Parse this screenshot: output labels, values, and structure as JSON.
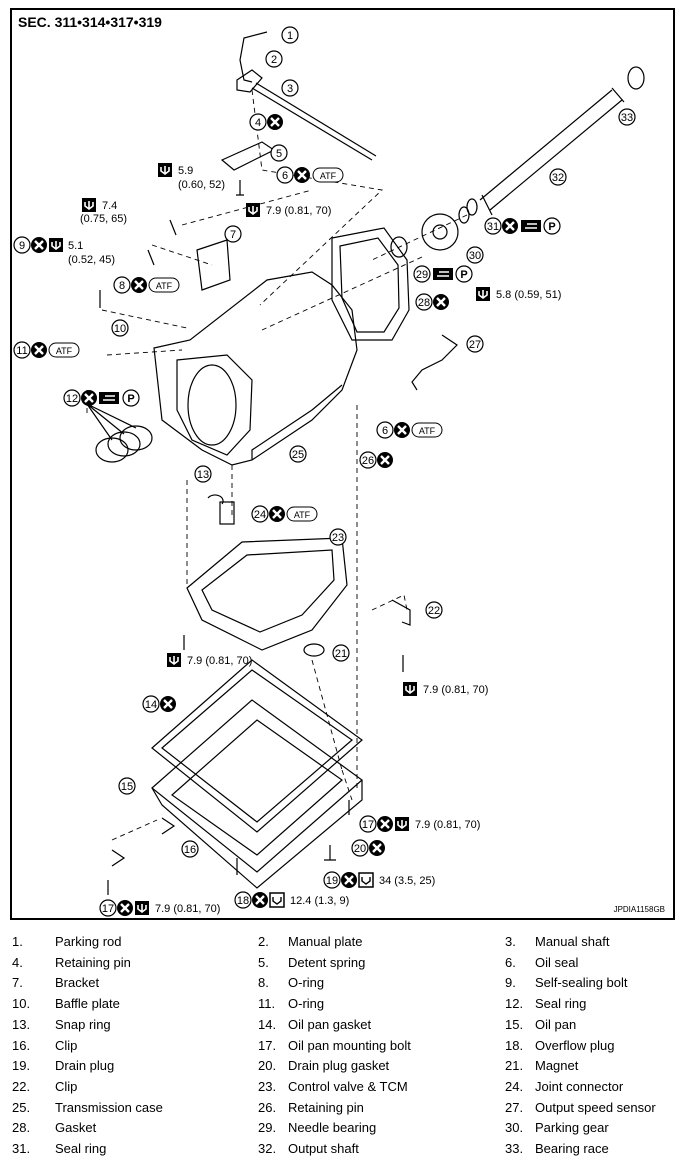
{
  "header": {
    "section_title": "SEC. 311•314•317•319",
    "figure_code": "JPDIA1158GB"
  },
  "colors": {
    "ink": "#000000",
    "paper": "#ffffff"
  },
  "symbols": {
    "atf": "ATF",
    "petroleum_jelly": "P"
  },
  "torques": {
    "t7_9": "7.9 (0.81, 70)",
    "t5_9a": "5.9",
    "t5_9b": "(0.60, 52)",
    "t7_4a": "7.4",
    "t7_4b": "(0.75, 65)",
    "t5_1a": "5.1",
    "t5_1b": "(0.52, 45)",
    "t5_8": "5.8 (0.59, 51)",
    "t34": "34 (3.5, 25)",
    "t12_4": "12.4 (1.3, 9)"
  },
  "callouts": {
    "c1": "1",
    "c2": "2",
    "c3": "3",
    "c4": "4",
    "c5": "5",
    "c6": "6",
    "c7": "7",
    "c8": "8",
    "c9": "9",
    "c10": "10",
    "c11": "11",
    "c12": "12",
    "c13": "13",
    "c14": "14",
    "c15": "15",
    "c16": "16",
    "c17": "17",
    "c18": "18",
    "c19": "19",
    "c20": "20",
    "c21": "21",
    "c22": "22",
    "c23": "23",
    "c24": "24",
    "c25": "25",
    "c26": "26",
    "c27": "27",
    "c28": "28",
    "c29": "29",
    "c30": "30",
    "c31": "31",
    "c32": "32",
    "c33": "33"
  },
  "legend": [
    [
      {
        "n": "1.",
        "label": "Parking rod"
      },
      {
        "n": "2.",
        "label": "Manual plate"
      },
      {
        "n": "3.",
        "label": "Manual shaft"
      }
    ],
    [
      {
        "n": "4.",
        "label": "Retaining pin"
      },
      {
        "n": "5.",
        "label": "Detent spring"
      },
      {
        "n": "6.",
        "label": "Oil seal"
      }
    ],
    [
      {
        "n": "7.",
        "label": "Bracket"
      },
      {
        "n": "8.",
        "label": "O-ring"
      },
      {
        "n": "9.",
        "label": "Self-sealing bolt"
      }
    ],
    [
      {
        "n": "10.",
        "label": "Baffle plate"
      },
      {
        "n": "11.",
        "label": "O-ring"
      },
      {
        "n": "12.",
        "label": "Seal ring"
      }
    ],
    [
      {
        "n": "13.",
        "label": "Snap ring"
      },
      {
        "n": "14.",
        "label": "Oil pan gasket"
      },
      {
        "n": "15.",
        "label": "Oil pan"
      }
    ],
    [
      {
        "n": "16.",
        "label": "Clip"
      },
      {
        "n": "17.",
        "label": "Oil pan mounting bolt"
      },
      {
        "n": "18.",
        "label": "Overflow plug"
      }
    ],
    [
      {
        "n": "19.",
        "label": "Drain plug"
      },
      {
        "n": "20.",
        "label": "Drain plug gasket"
      },
      {
        "n": "21.",
        "label": "Magnet"
      }
    ],
    [
      {
        "n": "22.",
        "label": "Clip"
      },
      {
        "n": "23.",
        "label": "Control valve & TCM"
      },
      {
        "n": "24.",
        "label": "Joint connector"
      }
    ],
    [
      {
        "n": "25.",
        "label": "Transmission case"
      },
      {
        "n": "26.",
        "label": "Retaining pin"
      },
      {
        "n": "27.",
        "label": "Output speed sensor"
      }
    ],
    [
      {
        "n": "28.",
        "label": "Gasket"
      },
      {
        "n": "29.",
        "label": "Needle bearing"
      },
      {
        "n": "30.",
        "label": "Parking gear"
      }
    ],
    [
      {
        "n": "31.",
        "label": "Seal ring"
      },
      {
        "n": "32.",
        "label": "Output shaft"
      },
      {
        "n": "33.",
        "label": "Bearing race"
      }
    ]
  ]
}
